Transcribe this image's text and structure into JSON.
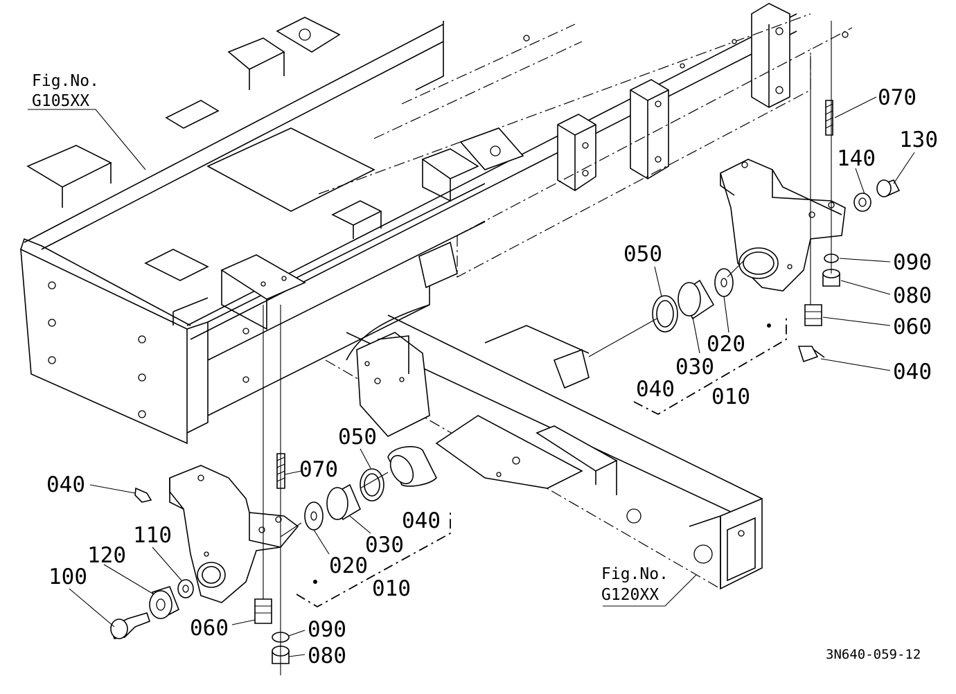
{
  "figure_refs": [
    {
      "line1": "Fig.No.",
      "line2": "G105XX"
    },
    {
      "line1": "Fig.No.",
      "line2": "G120XX"
    }
  ],
  "drawing_number": "3N640-059-12",
  "callouts_right": {
    "c070": "070",
    "c130": "130",
    "c140": "140",
    "c090": "090",
    "c080": "080",
    "c060": "060",
    "c040a": "040",
    "c050": "050",
    "c020": "020",
    "c030": "030",
    "c040b": "040",
    "c010": "010"
  },
  "callouts_left": {
    "c040a": "040",
    "c070": "070",
    "c050": "050",
    "c040b": "040",
    "c110": "110",
    "c120": "120",
    "c100": "100",
    "c020": "020",
    "c030": "030",
    "c010": "010",
    "c060": "060",
    "c090": "090",
    "c080": "080"
  }
}
